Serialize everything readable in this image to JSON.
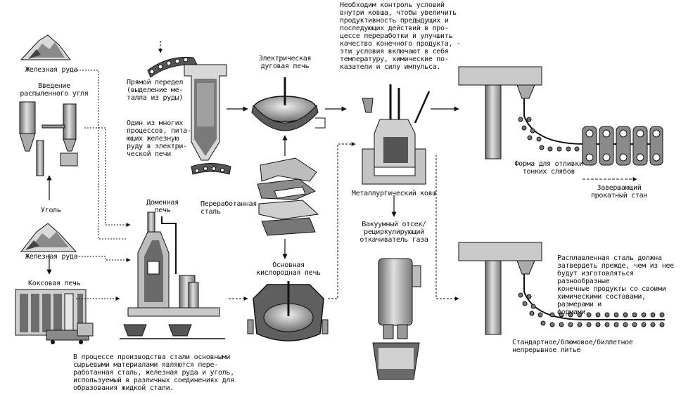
{
  "labels": {
    "iron_ore_top": "Железная руда",
    "coal_injection": "Введение\nраспыленного угля",
    "direct_reduction": "Прямой передел\n(выделение ме-\nталла из руды)",
    "direct_reduction_note": "Один из многих\nпроцессов, пита-\nющих железную\nруду в электри-\nческой печи",
    "eaf": "Электрическая\nдуговая печь",
    "ladle_control_note": "Необходим контроль условий\nвнутри ковша, чтобы увеличить\nпродуктивность предыдущих и\nпоследующих действий в про-\nцессе переработки и улучшить\nкачество конечного продукта, -\nэти условия включают в себя\nтемпературу, химические по-\nказатели и силу импульса.",
    "slab_mold": "Форма для отливки\nтонких слябов",
    "hot_rolling": "Завершающий\nпрокатный стан",
    "coal": "Уголь",
    "blast_furnace": "Доменная\nпечь",
    "recycled_steel": "Переработанная\nсталь",
    "metallurgical_ladle": "Металлургический ковш",
    "vacuum_degasser": "Вакуумный отсек/\nрециркулирующий\nоткачиватель газа",
    "iron_ore_bottom": "Железная руда",
    "coke_oven": "Коксовая печь",
    "bof": "Основная\nкислородная печь",
    "solidify_note": "Расплавленная сталь должна\nзатвердеть прежде, чем из нее\nбудут изготовляться разнообразные\nконечные продукты со своими\nхимическими составами, размерами и\nформами.",
    "continuous_casting": "Стандартное/блюмовое/биллетное\nнепрерывное литье",
    "raw_materials_note": "В процессе производства стали основными\nсырьевыми материалами являются пере-\nработанная сталь, железная руда и уголь,\nиспользуемый в различных соединениях для\nобразования жидкой стали."
  },
  "colors": {
    "ink": "#111111",
    "metal_gray": "#9a9a9a",
    "light_gray": "#d4d4d4",
    "dark_gray": "#5a5a5a",
    "dashed_arrow": "#333333"
  }
}
